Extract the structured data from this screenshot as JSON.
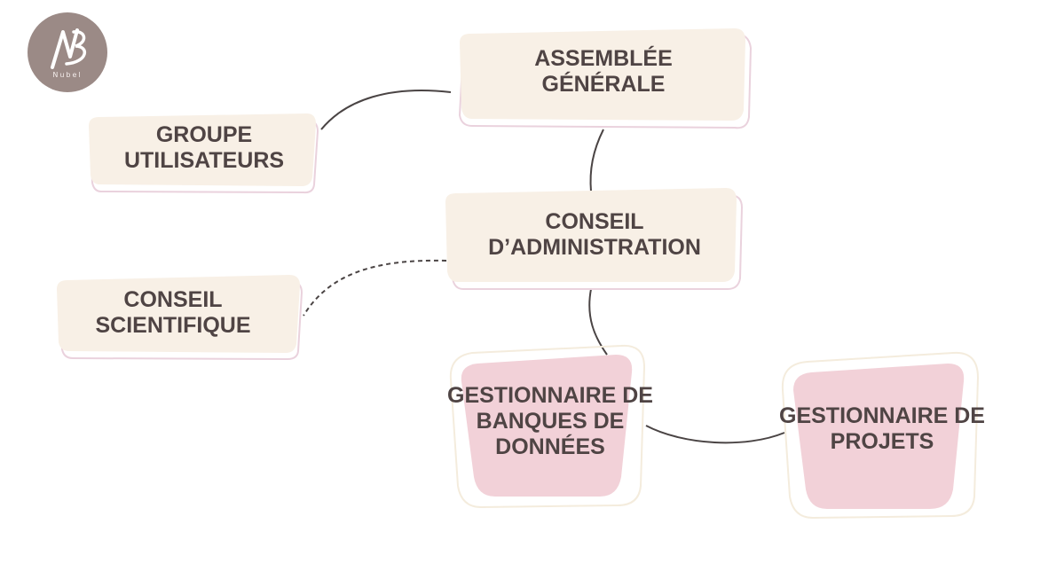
{
  "logo": {
    "icon": "nubel-monogram-icon",
    "text": "Nubel",
    "color": "#9b8a86"
  },
  "colors": {
    "box_fill": "#f8f0e6",
    "box_outline": "#ead2dd",
    "pink_fill": "#f2d1d8",
    "pink_outline": "#f4ecdd",
    "text": "#4f4444",
    "connector": "#4a4444"
  },
  "nodes": {
    "assemblee": "ASSEMBLÉE\nGÉNÉRALE",
    "groupe": "GROUPE\nUTILISATEURS",
    "conseil_admin": "CONSEIL\nD’ADMINISTRATION",
    "conseil_sci": "CONSEIL\nSCIENTIFIQUE",
    "gest_banques": "GESTIONNAIRE DE\nBANQUES DE\nDONNÉES",
    "gest_projets": "GESTIONNAIRE DE\nPROJETS"
  },
  "connections": [
    {
      "from": "assemblee",
      "to": "groupe",
      "style": "solid"
    },
    {
      "from": "assemblee",
      "to": "conseil_admin",
      "style": "solid"
    },
    {
      "from": "conseil_admin",
      "to": "conseil_sci",
      "style": "dashed"
    },
    {
      "from": "conseil_admin",
      "to": "gest_banques",
      "style": "solid"
    },
    {
      "from": "gest_banques",
      "to": "gest_projets",
      "style": "solid"
    }
  ]
}
